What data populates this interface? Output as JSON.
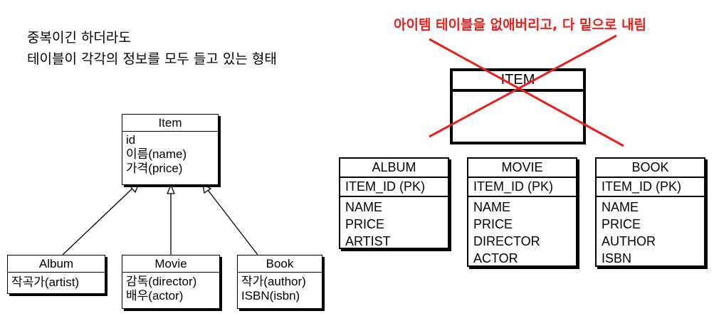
{
  "caption": {
    "line1": "중복이긴 하더라도",
    "line2": "테이블이 각각의 정보를 모두 들고 있는 형태"
  },
  "annotation": {
    "text": "아이템 테이블을 없애버리고, 다 밑으로 내림",
    "color": "#e8201a"
  },
  "class_diagram": {
    "item": {
      "name": "Item",
      "fields": [
        "id",
        "이름(name)",
        "가격(price)"
      ]
    },
    "album": {
      "name": "Album",
      "fields": [
        "작곡가(artist)"
      ]
    },
    "movie": {
      "name": "Movie",
      "fields": [
        "감독(director)",
        "배우(actor)"
      ]
    },
    "book": {
      "name": "Book",
      "fields": [
        "작가(author)",
        "ISBN(isbn)"
      ]
    }
  },
  "tables": {
    "item": {
      "name": "ITEM"
    },
    "album": {
      "name": "ALBUM",
      "pk": "ITEM_ID (PK)",
      "columns": [
        "NAME",
        "PRICE",
        "ARTIST"
      ]
    },
    "movie": {
      "name": "MOVIE",
      "pk": "ITEM_ID (PK)",
      "columns": [
        "NAME",
        "PRICE",
        "DIRECTOR",
        "ACTOR"
      ]
    },
    "book": {
      "name": "BOOK",
      "pk": "ITEM_ID (PK)",
      "columns": [
        "NAME",
        "PRICE",
        "AUTHOR",
        "ISBN"
      ]
    }
  }
}
